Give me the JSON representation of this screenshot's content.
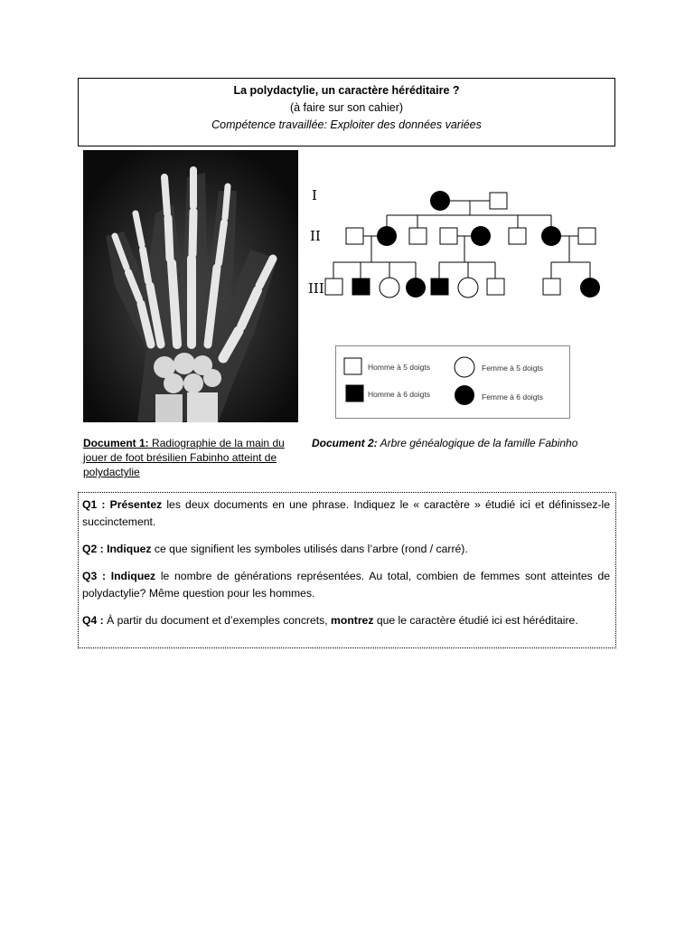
{
  "header": {
    "title": "La polydactylie, un caractère héréditaire ?",
    "subtitle": "(à faire sur son cahier)",
    "competence": "Compétence travaillée: Exploiter des données variées"
  },
  "pedigree": {
    "generations": [
      "I",
      "II",
      "III"
    ],
    "legend": {
      "man5": "Homme à 5 doigts",
      "woman5": "Femme à 5 doigts",
      "man6": "Homme à 6 doigts",
      "woman6": "Femme à 6 doigts"
    }
  },
  "doc1": {
    "label": "Document 1:",
    "text": " Radiographie de la main du jouer de foot brésilien Fabinho atteint de polydactylie"
  },
  "doc2": {
    "label": "Document 2:",
    "text": " Arbre généalogique de la famille Fabinho"
  },
  "questions": [
    {
      "label": "Q1 :",
      "verb": "Présentez",
      "text": "  les deux documents en une phrase. Indiquez le  « caractère » étudié ici et définissez-le succinctement."
    },
    {
      "label": "Q2 :",
      "verb": "Indiquez",
      "text": " ce que signifient  les symboles utilisés dans l’arbre (rond / carré)."
    },
    {
      "label": "Q3 :",
      "verb": "Indiquez",
      "text": " le nombre de générations représentées.  Au total, combien de femmes sont atteintes de polydactylie? Même question pour les hommes."
    },
    {
      "label": "Q4 :",
      "pre": " À partir du document et d’exemples concrets, ",
      "verb": "montrez",
      "text": " que le caractère étudié ici  est héréditaire."
    }
  ]
}
